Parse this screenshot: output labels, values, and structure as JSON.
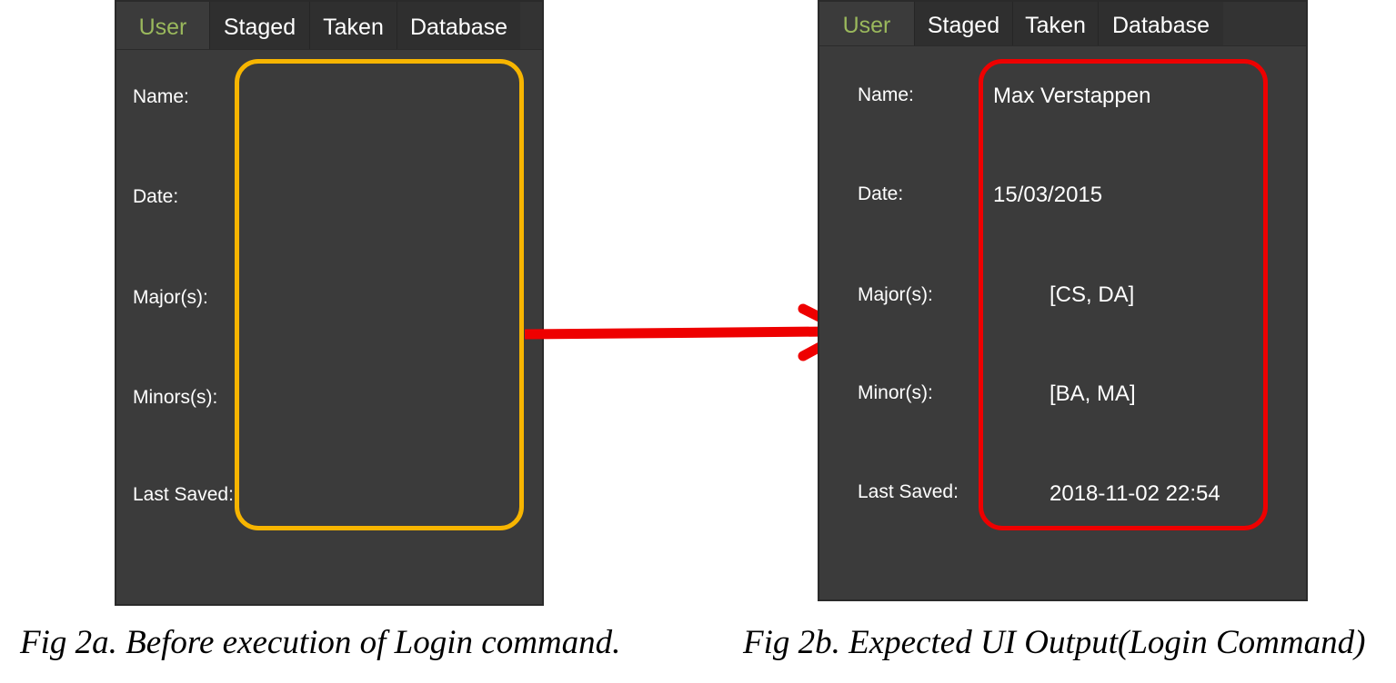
{
  "colors": {
    "panel_bg": "#3b3b3b",
    "tabbar_bg": "#333333",
    "active_tab_text": "#9ab85c",
    "text": "#ffffff",
    "before_highlight": "#f7b500",
    "after_highlight": "#ee0000",
    "arrow": "#ee0000"
  },
  "before": {
    "tabs": [
      "User",
      "Staged",
      "Taken",
      "Database"
    ],
    "labels": {
      "name": "Name:",
      "date": "Date:",
      "majors": "Major(s):",
      "minors": "Minors(s):",
      "last_saved": "Last Saved:"
    },
    "caption": "Fig 2a. Before execution of Login command."
  },
  "after": {
    "tabs": [
      "User",
      "Staged",
      "Taken",
      "Database"
    ],
    "labels": {
      "name": "Name:",
      "date": "Date:",
      "majors": "Major(s):",
      "minors": "Minor(s):",
      "last_saved": "Last Saved:"
    },
    "values": {
      "name": "Max Verstappen",
      "date": "15/03/2015",
      "majors": "[CS, DA]",
      "minors": "[BA, MA]",
      "last_saved": "2018-11-02 22:54"
    },
    "caption": "Fig 2b. Expected UI Output(Login Command)"
  },
  "icons": {
    "arrow": "right-arrow-icon"
  }
}
